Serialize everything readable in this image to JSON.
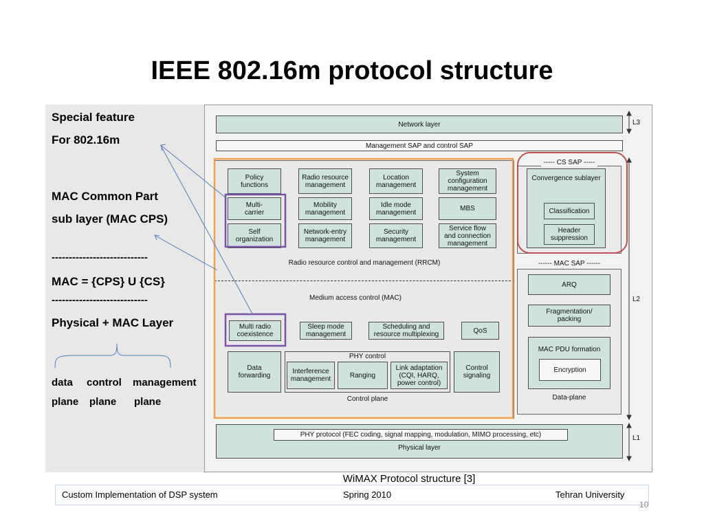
{
  "slide": {
    "title": "IEEE 802.16m protocol structure",
    "caption": "WiMAX Protocol structure [3]",
    "number": "10"
  },
  "left_notes": {
    "line1": "Special feature",
    "line2": "For 802.16m",
    "line3": "MAC  Common Part",
    "line4": "sub layer (MAC CPS)",
    "sep1": "----------------------------",
    "line5": "MAC  =  {CPS}  U  {CS}",
    "sep2": "----------------------------",
    "line6": "Physical  + MAC Layer",
    "planes_row1": [
      "data",
      "control",
      "management"
    ],
    "planes_row2": [
      "plane",
      "plane",
      "plane"
    ]
  },
  "diagram": {
    "network_layer": "Network layer",
    "mgmt_sap": "Management SAP and control SAP",
    "l3": "L3",
    "l2": "L2",
    "l1": "L1",
    "cs_sap": "CS SAP",
    "convergence_sublayer": "Convergence sublayer",
    "classification": "Classification",
    "header_suppression": [
      "Header",
      "suppression"
    ],
    "mac_sap": "MAC SAP",
    "arq": "ARQ",
    "fragmentation": [
      "Fragmentation/",
      "packing"
    ],
    "mac_pdu_formation": "MAC PDU formation",
    "encryption": "Encryption",
    "data_plane": "Data-plane",
    "rrcm_boxes": [
      [
        "Policy",
        "functions"
      ],
      [
        "Radio resource",
        "management"
      ],
      [
        "Location",
        "management"
      ],
      [
        "System",
        "configuration",
        "management"
      ],
      [
        "Multi-",
        "carrier"
      ],
      [
        "Mobility",
        "management"
      ],
      [
        "Idle mode",
        "management"
      ],
      [
        "MBS"
      ],
      [
        "Self",
        "organization"
      ],
      [
        "Network-entry",
        "management"
      ],
      [
        "Security",
        "management"
      ],
      [
        "Service flow",
        "and connection",
        "management"
      ]
    ],
    "rrcm_label": "Radio resource control and management (RRCM)",
    "mac_label": "Medium access control (MAC)",
    "multi_radio": [
      "Multi radio",
      "coexistence"
    ],
    "sleep_mode": [
      "Sleep mode",
      "management"
    ],
    "scheduling": [
      "Scheduling and",
      "resource multiplexing"
    ],
    "qos": "QoS",
    "data_forwarding": [
      "Data",
      "forwarding"
    ],
    "phy_control": "PHY control",
    "interference": [
      "Interference",
      "management"
    ],
    "ranging": "Ranging",
    "link_adaptation": [
      "Link adaptation",
      "(CQI, HARQ,",
      "power control)"
    ],
    "control_signaling": [
      "Control",
      "signaling"
    ],
    "control_plane": "Control plane",
    "phy_protocol": "PHY protocol (FEC coding, signal mapping, modulation, MIMO processing, etc)",
    "physical_layer": "Physical layer"
  },
  "footer": {
    "left": "Custom Implementation of DSP system",
    "center": "Spring 2010",
    "right": "Tehran University"
  },
  "colors": {
    "box_fill": "#cfe2dd",
    "orange_outline": "#f0a050",
    "red_outline": "#c0504d",
    "purple_outline": "#7a52a8",
    "arrow_blue": "#4f7ec0"
  }
}
